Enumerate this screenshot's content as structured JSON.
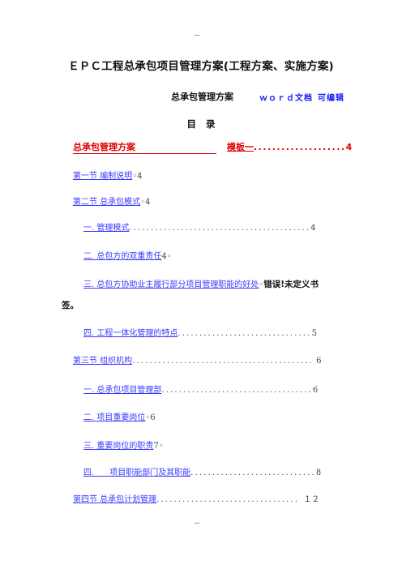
{
  "header_marker": "--",
  "footer_marker": "--",
  "title": "ＥＰＣ工程总承包项目管理方案(工程方案、实施方案)",
  "subtitle": "总承包管理方案",
  "doc_tag": {
    "word": "ｗｏｒｄ文档",
    "editable": "可编辑"
  },
  "toc_heading": "目录",
  "red_line": {
    "left": "总承包管理方案",
    "right_label": "模板一",
    "right_dots": "....................",
    "right_page": "4"
  },
  "entries": [
    {
      "label": "第一节 编制说明",
      "leader": "",
      "page": "◦4"
    },
    {
      "label": "第二节 总承包模式",
      "leader": "",
      "page": "◦4"
    },
    {
      "label": "一.  管理模式",
      "leader": "..........................................",
      "page": "4"
    },
    {
      "label": "二.  总包方的双重责任",
      "leader": "",
      "page": "4◦"
    },
    {
      "label": "三.  总包方协助业主履行部分项目管理职能的好处",
      "leader": "",
      "page": "◦",
      "error": "错误!未定义书",
      "error_cont": "签。"
    },
    {
      "label": "四.  工程一体化管理的特点",
      "leader": "...............................",
      "page": "5"
    },
    {
      "label": "第三节 组织机构",
      "leader": "..........................................",
      "page": " 6"
    },
    {
      "label": "一.  总承包项目管理部",
      "leader": "...................................",
      "page": "6"
    },
    {
      "label": "二.  项目重要岗位",
      "leader": "",
      "page": "◦6"
    },
    {
      "label": "三.  重要岗位的职责",
      "leader": "",
      "page": "7◦"
    },
    {
      "label": "四.      项目职能部门及其职能",
      "leader": ".............................",
      "page": "8"
    },
    {
      "label": "第四节 总承包计划管理",
      "leader": "................................. ",
      "page": "１２"
    }
  ]
}
